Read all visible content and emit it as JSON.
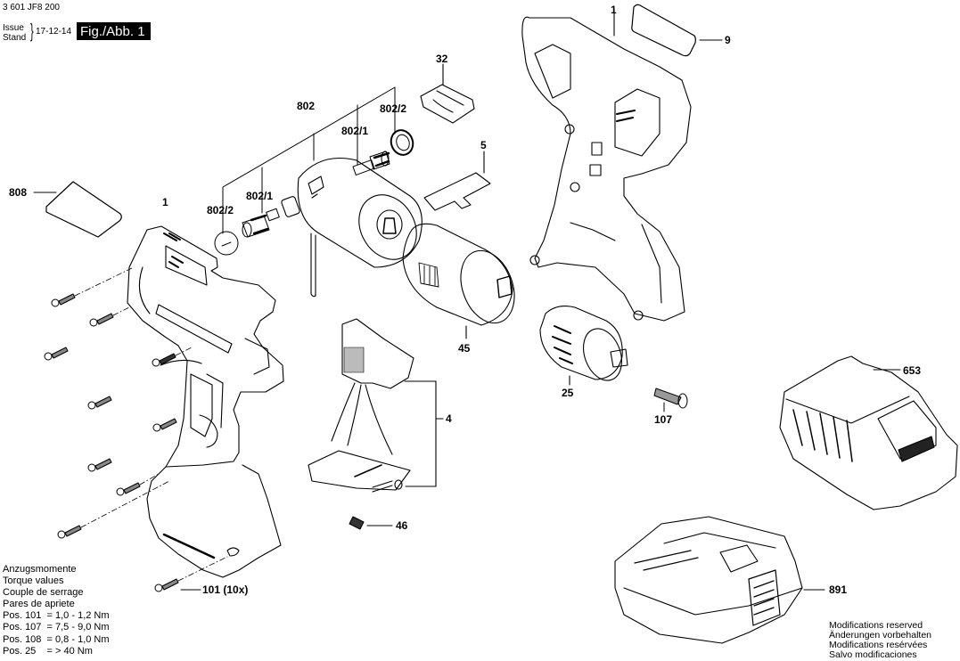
{
  "header": {
    "part_number": "3 601 JF8 200",
    "issue_label_1": "Issue",
    "issue_label_2": "Stand",
    "issue_date": "17-12-14",
    "figure_label": "Fig./Abb. 1"
  },
  "part_labels": {
    "housing_left": "1",
    "housing_right": "1",
    "nameplate_808": "808",
    "nameplate_9": "9",
    "motor": "802",
    "brush_holder_left": "802/1",
    "brush_holder_right": "802/1",
    "brush_cap_left": "802/2",
    "brush_cap_right": "802/2",
    "switch_cover": "32",
    "slider": "5",
    "gearbox": "45",
    "chuck": "25",
    "chuck_screw": "107",
    "switch_assembly": "4",
    "spring": "46",
    "screws": "101 (10x)",
    "charger": "653",
    "battery": "891"
  },
  "torque": {
    "lines": [
      "Anzugsmomente",
      "Torque values",
      "Couple de serrage",
      "Pares de apriete",
      "Pos. 101  = 1,0 - 1,2 Nm",
      "Pos. 107  = 7,5 - 9,0 Nm",
      "Pos. 108  = 0,8 - 1,0 Nm",
      "Pos. 25    = > 40 Nm"
    ]
  },
  "modifications": {
    "lines": [
      "Modifications reserved",
      "Änderungen vorbehalten",
      "Modifications resérvées",
      "Salvo modificaciones"
    ]
  }
}
